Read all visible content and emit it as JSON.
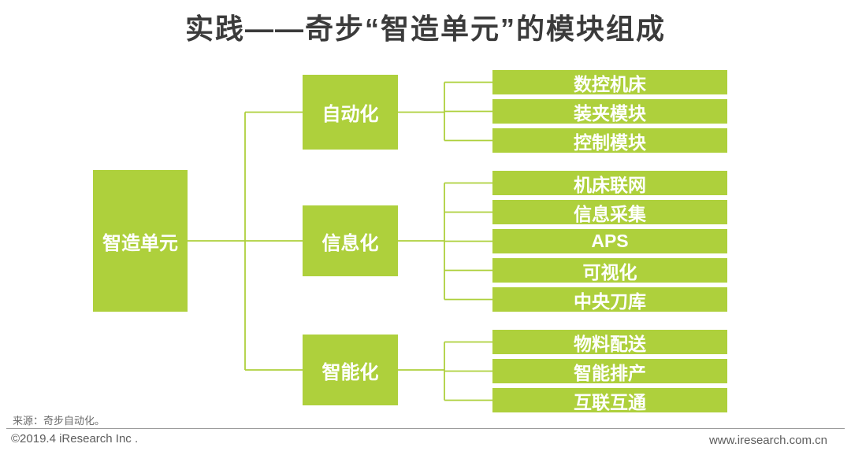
{
  "title": "实践——奇步“智造单元”的模块组成",
  "colors": {
    "node_green": "#aed03c",
    "title_text": "#3b3b3b",
    "node_text": "#ffffff",
    "footer_text": "#5c5c5c"
  },
  "tree": {
    "root": {
      "label": "智造单元"
    },
    "groups": [
      {
        "label": "自动化",
        "leaves": [
          "数控机床",
          "装夹模块",
          "控制模块"
        ]
      },
      {
        "label": "信息化",
        "leaves": [
          "机床联网",
          "信息采集",
          "APS",
          "可视化",
          "中央刀库"
        ]
      },
      {
        "label": "智能化",
        "leaves": [
          "物料配送",
          "智能排产",
          "互联互通"
        ]
      }
    ]
  },
  "footer": {
    "source": "来源：奇步自动化。",
    "copyright": "©2019.4 iResearch Inc .",
    "website": "www.iresearch.com.cn"
  }
}
